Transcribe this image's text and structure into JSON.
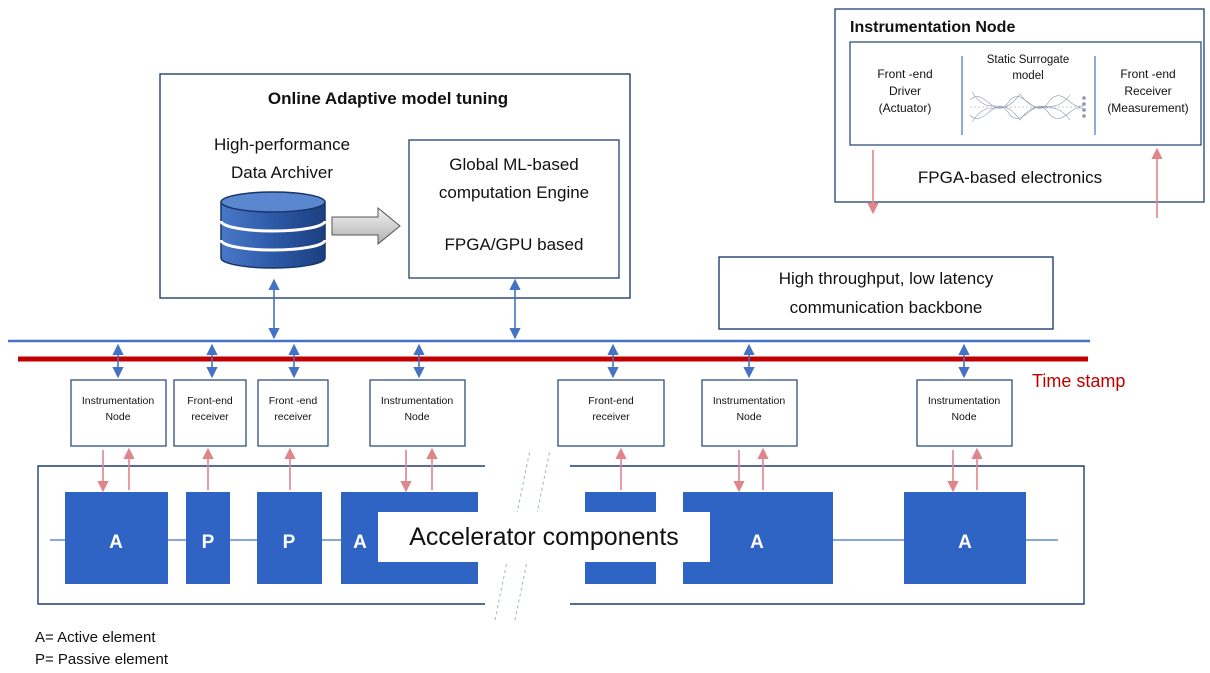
{
  "adaptive_block": {
    "title": "Online Adaptive model tuning",
    "archiver_line1": "High-performance",
    "archiver_line2": "Data Archiver",
    "engine_line1": "Global ML-based",
    "engine_line2": "computation Engine",
    "engine_line3": "FPGA/GPU based"
  },
  "instrumentation_detail": {
    "title": "Instrumentation Node",
    "driver_line1": "Front -end",
    "driver_line2": "Driver",
    "driver_line3": "(Actuator)",
    "surrogate_line1": "Static Surrogate",
    "surrogate_line2": "model",
    "receiver_line1": "Front -end",
    "receiver_line2": "Receiver",
    "receiver_line3": "(Measurement)",
    "electronics": "FPGA-based electronics"
  },
  "backbone": {
    "line1": "High throughput, low latency",
    "line2": "communication backbone",
    "timestamp": "Time stamp"
  },
  "nodes": [
    {
      "line1": "Instrumentation",
      "line2": "Node"
    },
    {
      "line1": "Front-end",
      "line2": "receiver"
    },
    {
      "line1": "Front -end",
      "line2": "receiver"
    },
    {
      "line1": "Instrumentation",
      "line2": "Node"
    },
    {
      "line1": "Front-end",
      "line2": "receiver"
    },
    {
      "line1": "Instrumentation",
      "line2": "Node"
    },
    {
      "line1": "Instrumentation",
      "line2": "Node"
    }
  ],
  "components": [
    "A",
    "P",
    "P",
    "A",
    "",
    "A",
    "A"
  ],
  "accelerator_label": "Accelerator components",
  "legend": {
    "active": "A= Active element",
    "passive": "P= Passive element"
  },
  "colors": {
    "bus_blue": "#4472c4",
    "timestamp_red": "#c00000",
    "component_blue": "#2f63c4",
    "frame_navy": "#1f3f73",
    "signal_pink": "#e0868a"
  }
}
